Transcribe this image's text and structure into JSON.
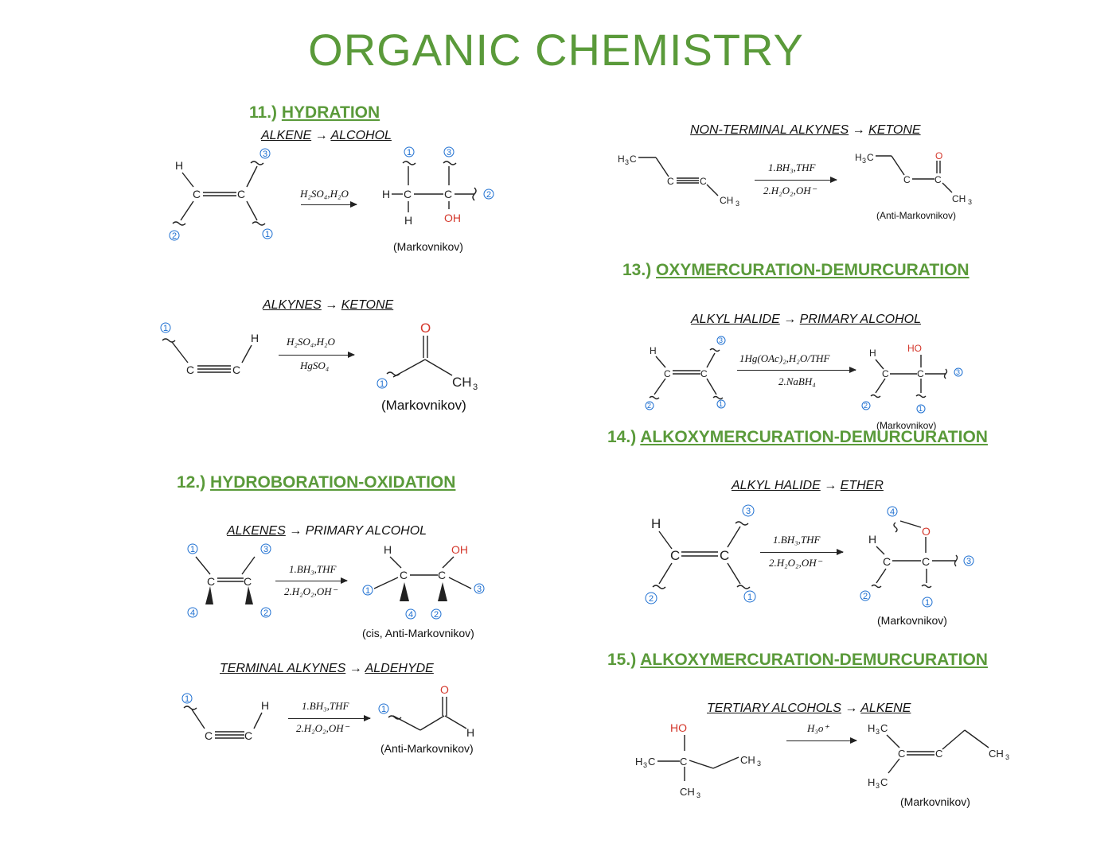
{
  "title": "ORGANIC CHEMISTRY",
  "s11": {
    "num": "11.)",
    "name": "HYDRATION"
  },
  "s11a": {
    "left": "ALKENE",
    "right": "ALCOHOL",
    "cond1": "H₂SO₄,H₂O",
    "note": "(Markovnikov)"
  },
  "s11b": {
    "left": "ALKYNES",
    "right": "KETONE",
    "cond1": "H₂SO₄,H₂O",
    "cond2": "HgSO₄",
    "note": "(Markovnikov)"
  },
  "s12": {
    "num": "12.)",
    "name": "HYDROBORATION-OXIDATION"
  },
  "s12a": {
    "left": "ALKENES",
    "right": "PRIMARY ALCOHOL",
    "cond1": "1.BH₃,THF",
    "cond2": "2.H₂O₂,OH⁻",
    "note": "(cis, Anti-Markovnikov)"
  },
  "s12b": {
    "left": "TERMINAL ALKYNES",
    "right": "ALDEHYDE",
    "cond1": "1.BH₃,THF",
    "cond2": "2.H₂O₂,OH⁻",
    "note": "(Anti-Markovnikov)"
  },
  "s12c": {
    "left": "NON-TERMINAL ALKYNES",
    "right": "KETONE",
    "cond1": "1.BH₃,THF",
    "cond2": "2.H₂O₂,OH⁻",
    "note": "(Anti-Markovnikov)"
  },
  "s13": {
    "num": "13.)",
    "name": "OXYMERCURATION-DEMURCURATION"
  },
  "s13a": {
    "left": "ALKYL HALIDE",
    "right": "PRIMARY ALCOHOL",
    "cond1": "1Hg(OAc)₂,H₂O/THF",
    "cond2": "2.NaBH₄",
    "note": "(Markovnikov)"
  },
  "s14": {
    "num": "14.)",
    "name": "ALKOXYMERCURATION-DEMURCURATION"
  },
  "s14a": {
    "left": "ALKYL HALIDE",
    "right": "ETHER",
    "cond1": "1.BH₃,THF",
    "cond2": "2.H₂O₂,OH⁻",
    "note": "(Markovnikov)"
  },
  "s15": {
    "num": "15.)",
    "name": "ALKOXYMERCURATION-DEMURCURATION"
  },
  "s15a": {
    "left": "TERTIARY ALCOHOLS",
    "right": "ALKENE",
    "cond1": "H₃o⁺",
    "note": "(Markovnikov)"
  },
  "arrow_glyph": "→",
  "colors": {
    "title": "#5a9a3a",
    "heading": "#5a9a3a",
    "oxygen": "#d4382c",
    "position_label": "#1d6fd1"
  }
}
